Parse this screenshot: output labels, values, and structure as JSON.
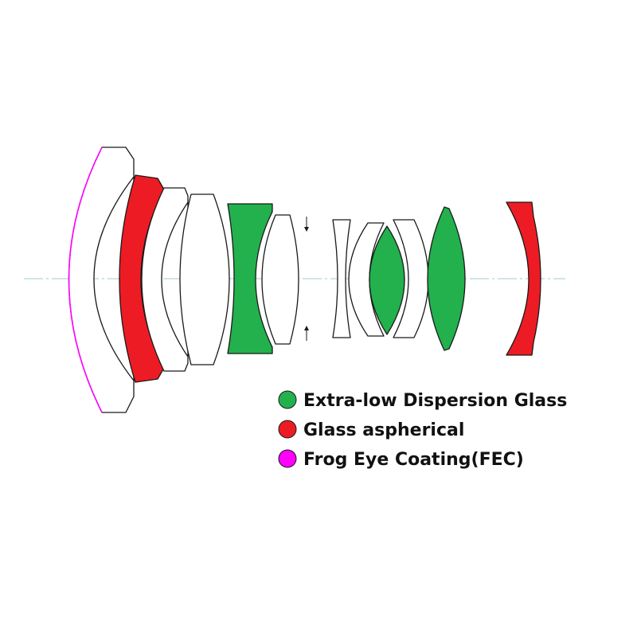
{
  "colors": {
    "ed_glass": "#22b14c",
    "aspherical": "#ed1c24",
    "fec": "#ff00ff",
    "standard": "#ffffff",
    "outline": "#1a1a1a",
    "axis": "#9ecfcf"
  },
  "legend": [
    {
      "label": "Extra-low Dispersion Glass",
      "color": "#22b14c"
    },
    {
      "label": "Glass aspherical",
      "color": "#ed1c24"
    },
    {
      "label": "Frog Eye Coating(FEC)",
      "color": "#ff00ff"
    }
  ],
  "elements": [
    {
      "id": "front-meniscus",
      "material": "standard",
      "coating": "fec"
    },
    {
      "id": "aspherical-1",
      "material": "aspherical"
    },
    {
      "id": "meniscus-2",
      "material": "standard"
    },
    {
      "id": "convex-3",
      "material": "standard"
    },
    {
      "id": "ed-concave-1",
      "material": "ed_glass"
    },
    {
      "id": "convex-4",
      "material": "standard"
    },
    {
      "id": "concave-5",
      "material": "standard"
    },
    {
      "id": "concave-6",
      "material": "standard"
    },
    {
      "id": "ed-biconvex-2",
      "material": "ed_glass"
    },
    {
      "id": "meniscus-7",
      "material": "standard"
    },
    {
      "id": "ed-biconvex-3",
      "material": "ed_glass"
    },
    {
      "id": "aspherical-2",
      "material": "aspherical"
    }
  ]
}
